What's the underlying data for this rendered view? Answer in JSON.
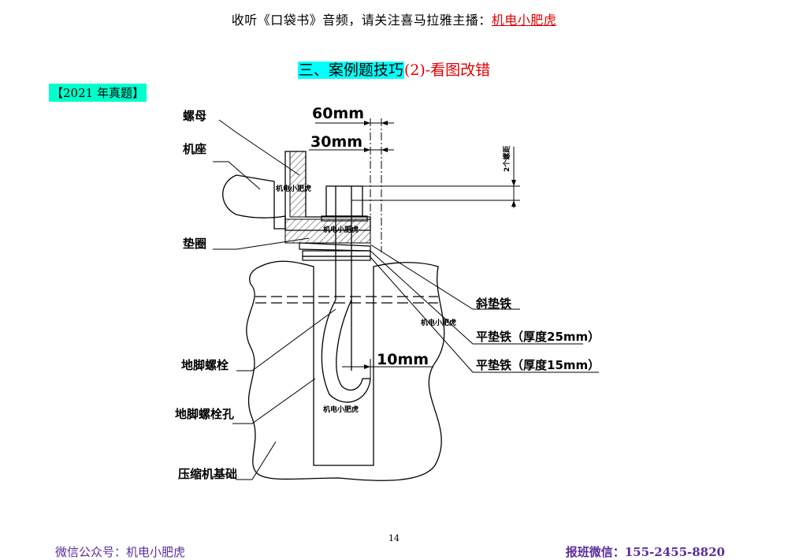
{
  "header": {
    "banner_prefix": "收听《口袋书》音频，请关注喜马拉雅主播：",
    "banner_name": "机电小肥虎"
  },
  "section": {
    "title_main": "三、案例题技巧",
    "title_suffix": "(2)-看图改错"
  },
  "year_tag": "【2021 年真题】",
  "figure": {
    "labels": {
      "nut": "螺母",
      "base": "机座",
      "washer": "垫圈",
      "anchor_bolt": "地脚螺栓",
      "anchor_bolt_hole": "地脚螺栓孔",
      "compressor_foundation": "压缩机基础",
      "taper_shim": "斜垫铁",
      "flat_shim_25": "平垫铁（厚度25mm）",
      "flat_shim_15": "平垫铁（厚度15mm）"
    },
    "dimensions": {
      "d60": "60mm",
      "d30": "30mm",
      "d10": "10mm",
      "thread_pitch": "2个螺距"
    },
    "watermark": "机电小肥虎"
  },
  "page_number": "14",
  "footer": {
    "left": "微信公众号：机电小肥虎",
    "right": "报班微信：155-2455-8820"
  }
}
